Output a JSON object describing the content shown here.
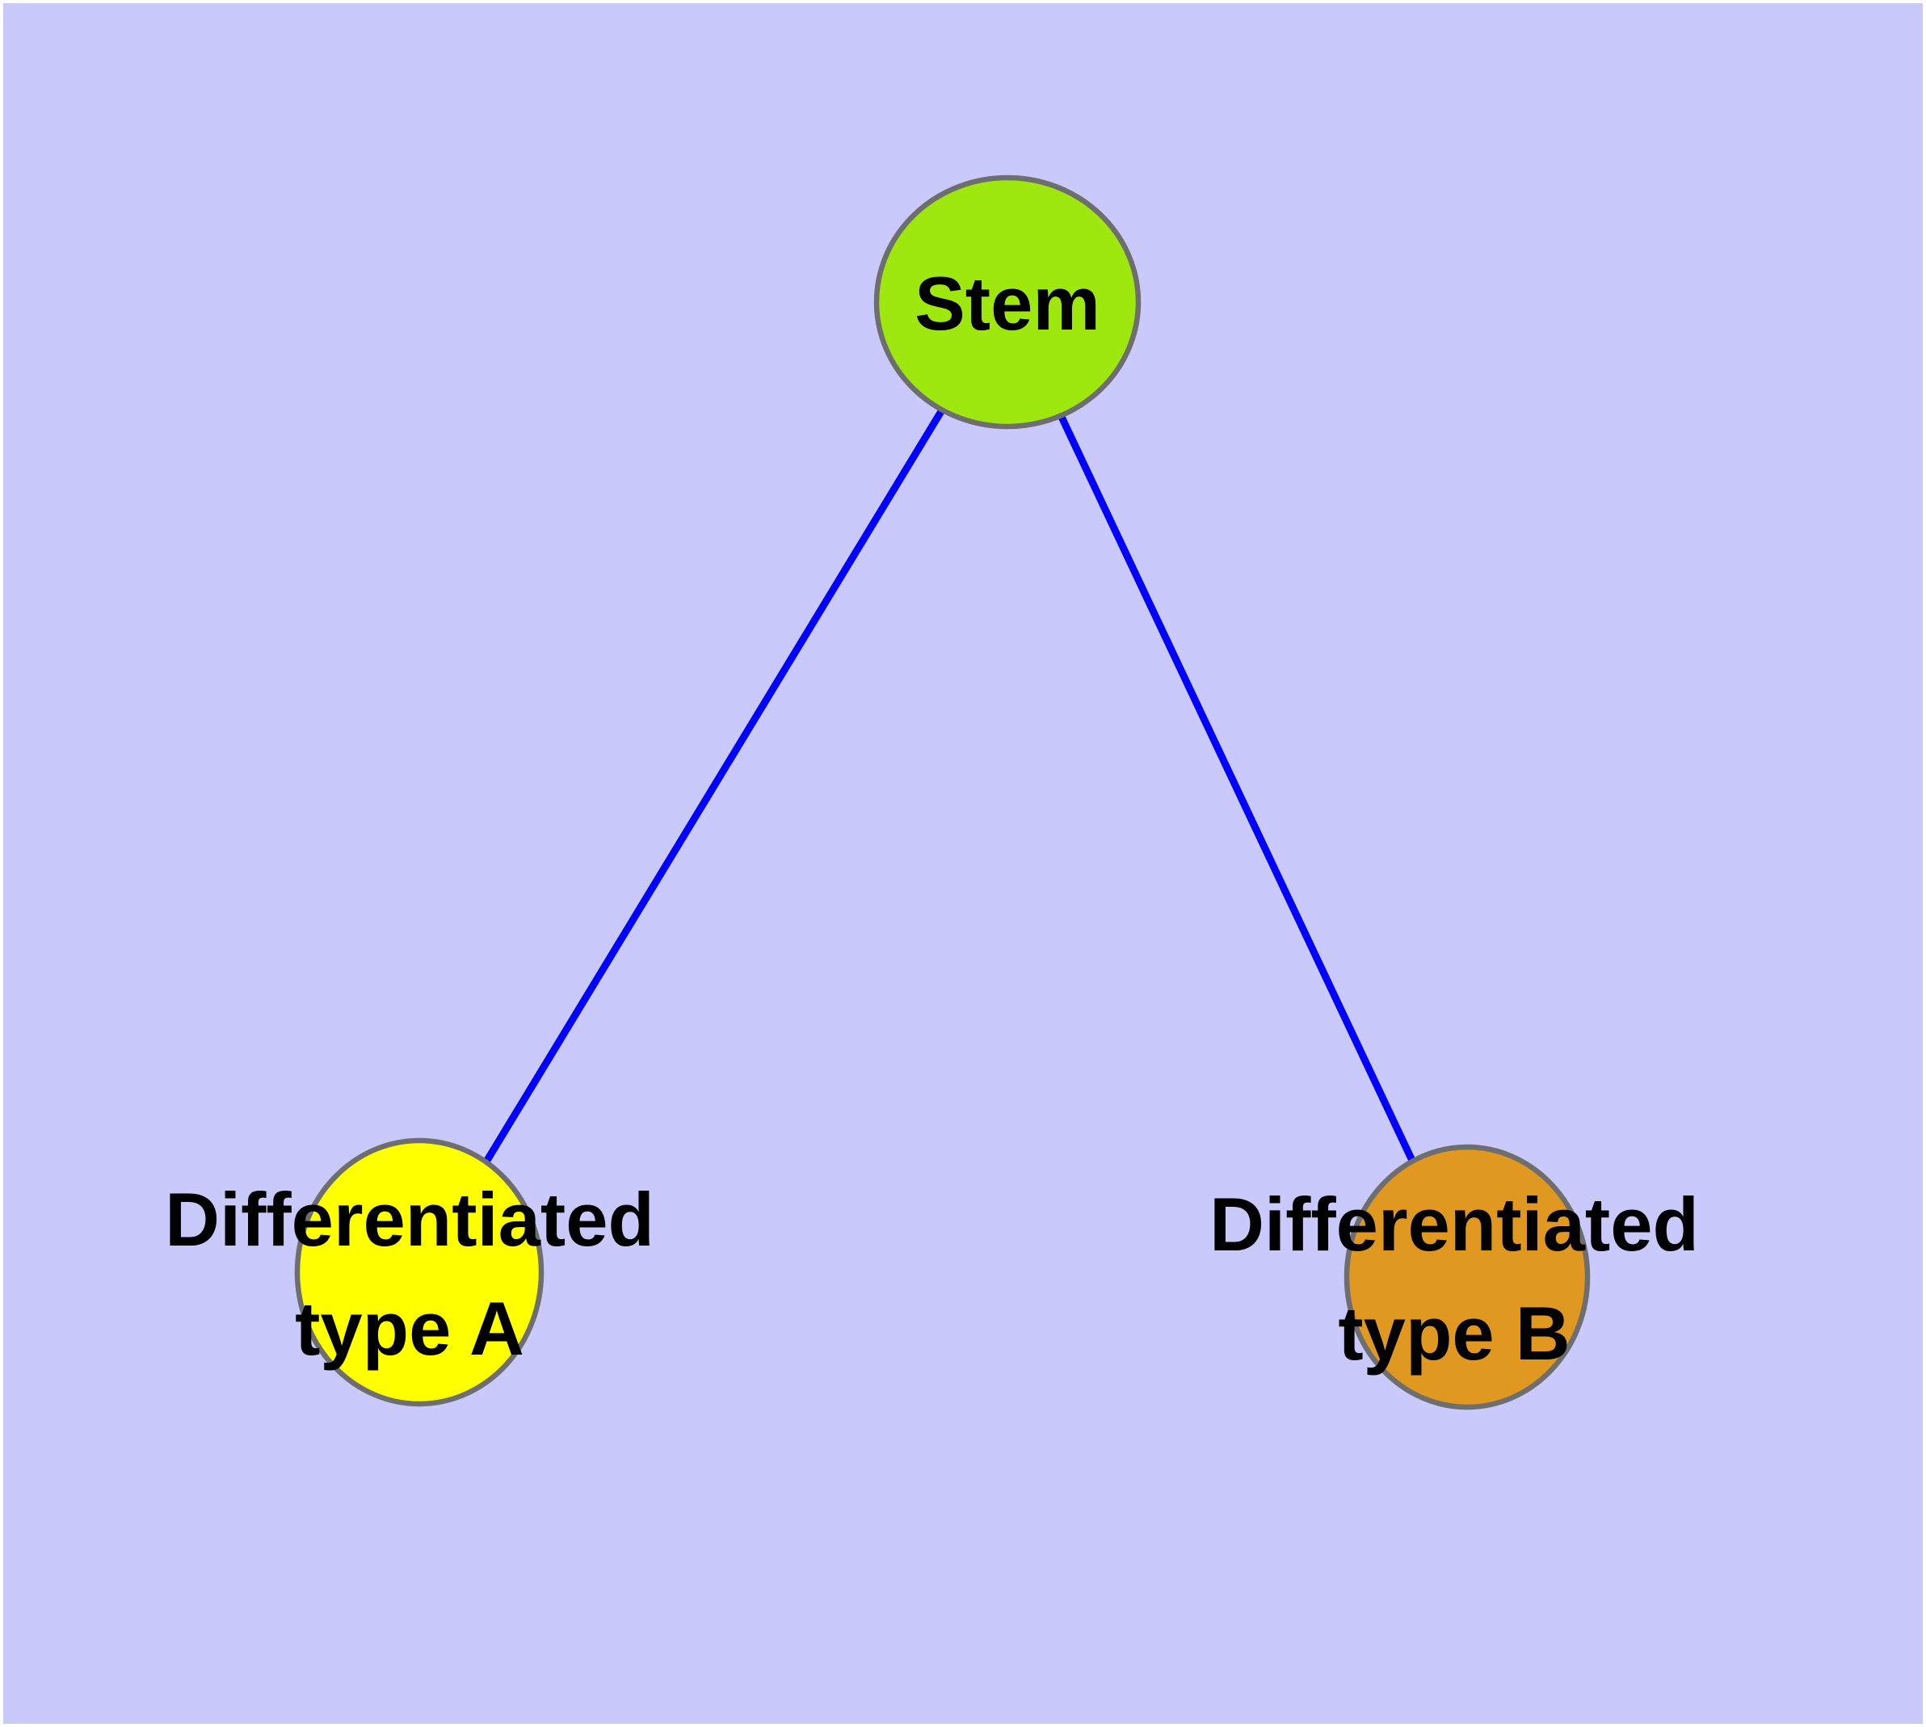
{
  "diagram": {
    "type": "node-link-graph",
    "background_color": "#C9C9FB",
    "page_border_color": "#FFFFFF",
    "edge_color": "#0000FF",
    "node_border_color": "#6E6E6E",
    "text_color": "#000000",
    "nodes": [
      {
        "id": "stem",
        "label": "Stem",
        "lines": [
          "Stem"
        ],
        "fill": "#9FE80F"
      },
      {
        "id": "differentiated-type-a",
        "label": "Differentiated type A",
        "lines": [
          "Differentiated",
          "type A"
        ],
        "fill": "#FFFF00"
      },
      {
        "id": "differentiated-type-b",
        "label": "Differentiated type B",
        "lines": [
          "Differentiated",
          "type B"
        ],
        "fill": "#E09820"
      }
    ],
    "edges": [
      {
        "from": "Stem",
        "to": "Differentiated type A"
      },
      {
        "from": "Stem",
        "to": "Differentiated type B"
      }
    ]
  }
}
